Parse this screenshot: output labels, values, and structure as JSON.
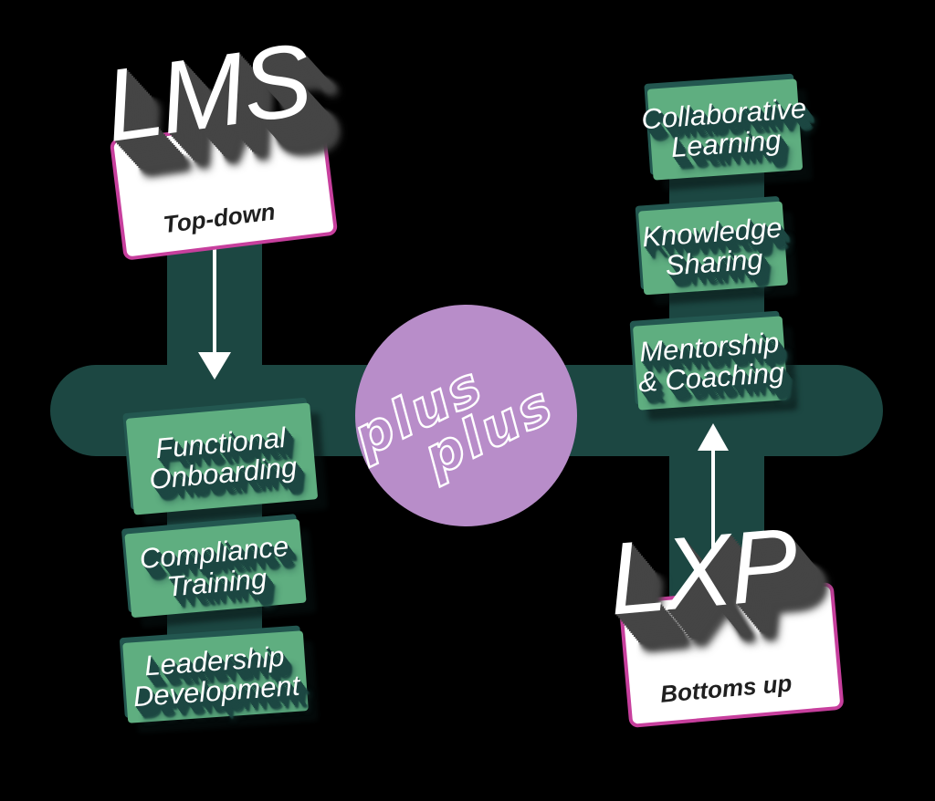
{
  "lms": {
    "title": "LMS",
    "subtitle": "Top-down",
    "items": [
      {
        "line1": "Functional",
        "line2": "Onboarding"
      },
      {
        "line1": "Compliance",
        "line2": "Training"
      },
      {
        "line1": "Leadership",
        "line2": "Development"
      }
    ]
  },
  "lxp": {
    "title": "LXP",
    "subtitle": "Bottoms up",
    "items": [
      {
        "line1": "Collaborative",
        "line2": "Learning"
      },
      {
        "line1": "Knowledge",
        "line2": "Sharing"
      },
      {
        "line1": "Mentorship",
        "line2": "& Coaching"
      }
    ]
  },
  "center": {
    "line1": "plus",
    "line2": "plus"
  },
  "colors": {
    "background": "#000000",
    "bar": "#1c4742",
    "label_green": "#5fae80",
    "label_text_shadow": "#1c4742",
    "circle_purple": "#b88dc9",
    "card_border_pink": "#c73f9d",
    "card_white": "#ffffff",
    "title_shadow_gray": "#454545",
    "arrow_white": "#ffffff"
  }
}
